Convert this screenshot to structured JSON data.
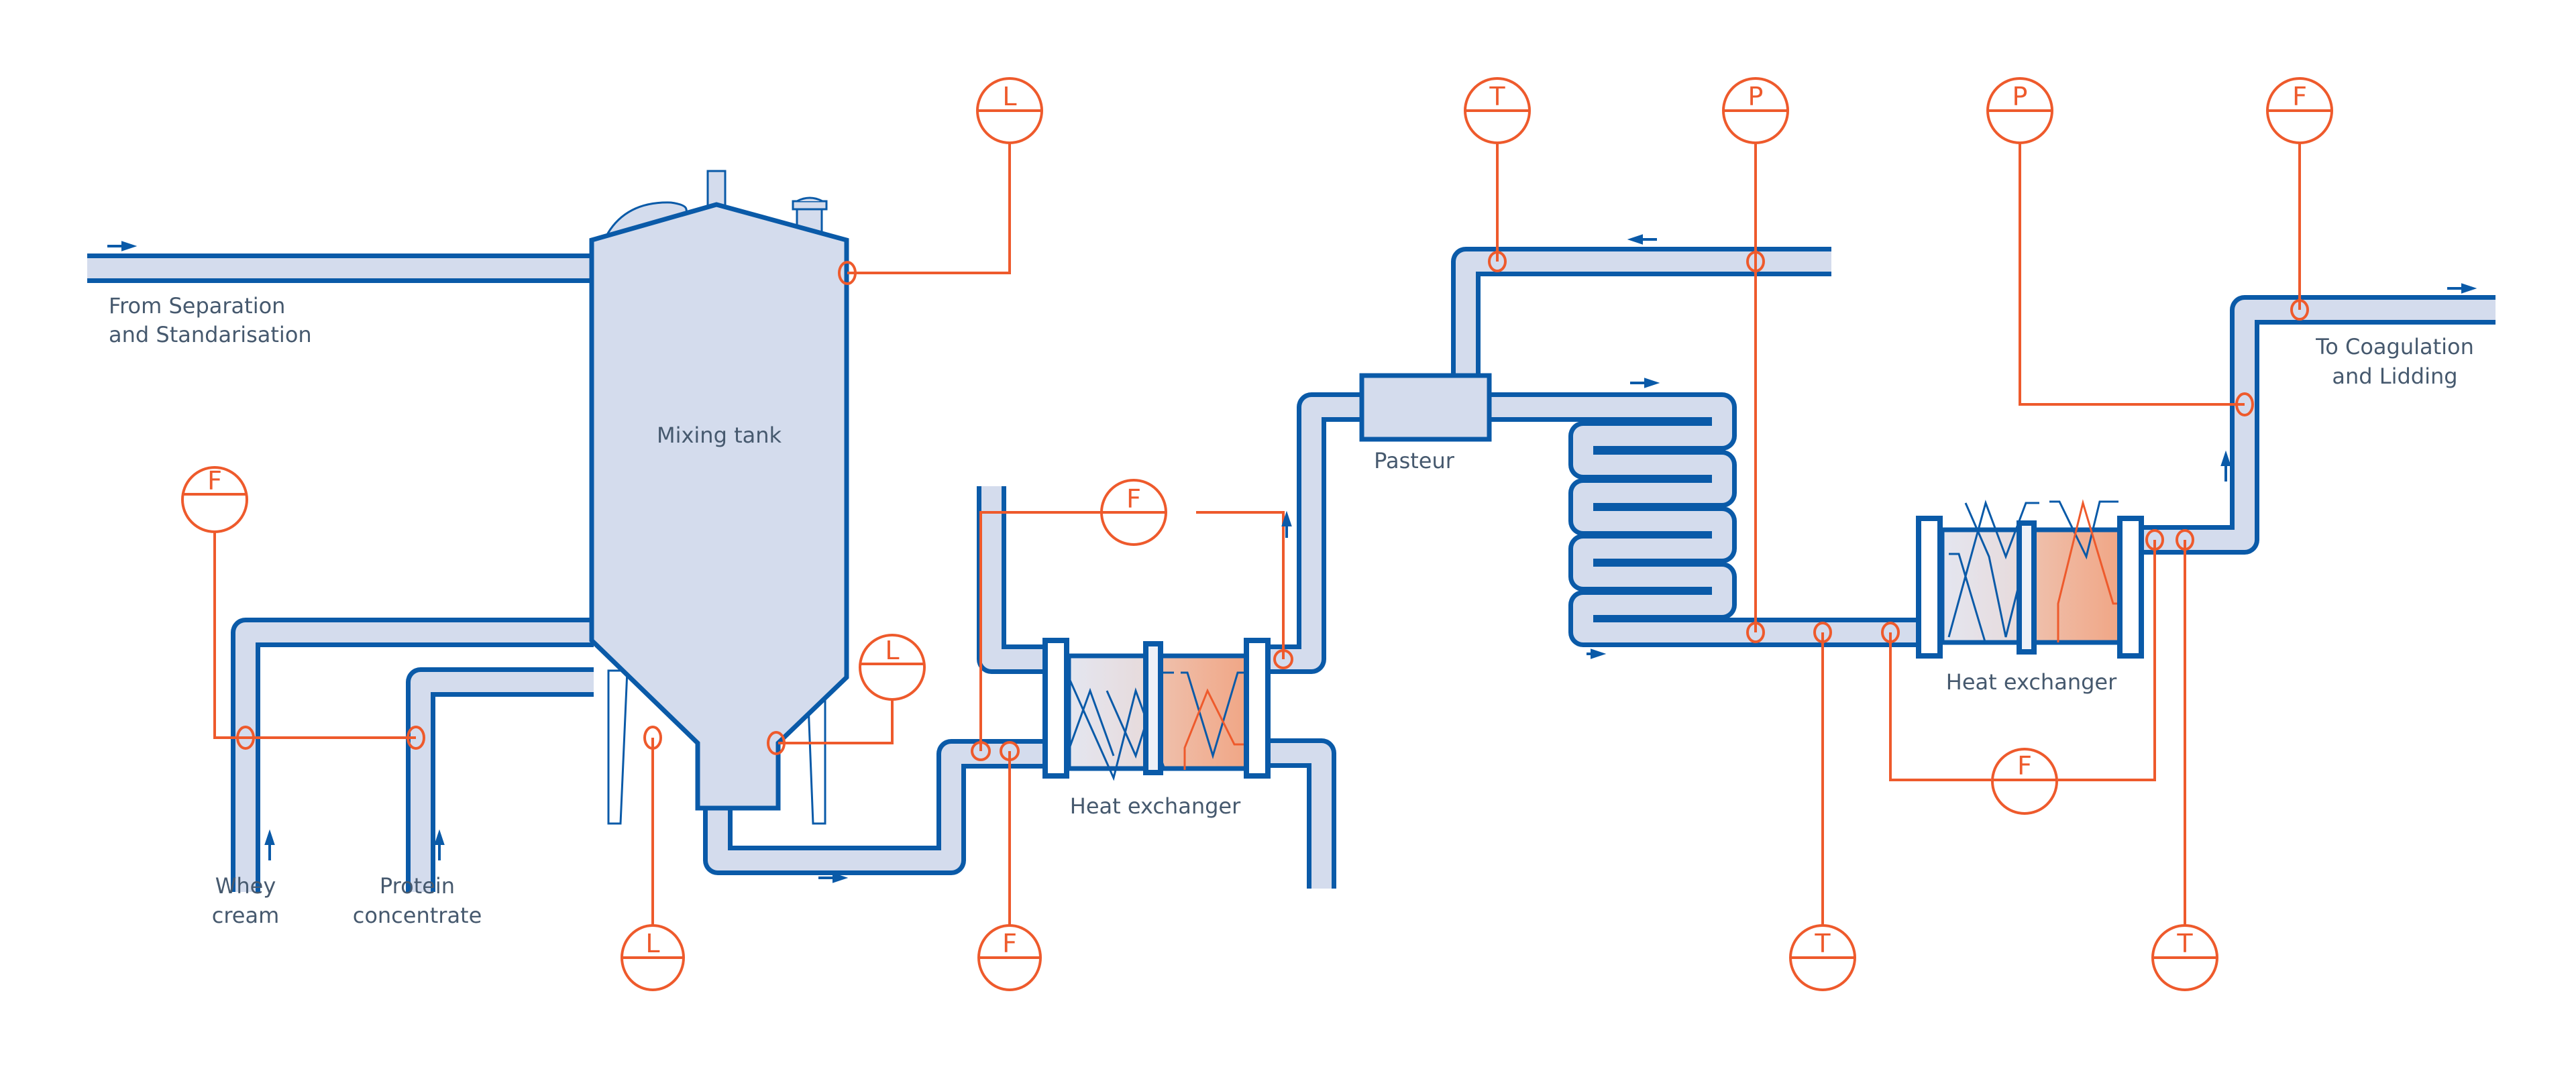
{
  "diagram": {
    "title": "Mixing, heat treatment and pasteurisation process line",
    "colors": {
      "pipe_outline": "#0a5aa8",
      "pipe_fill": "#d4dced",
      "instrument": "#ee5a2c",
      "label_text": "#46596e",
      "hx_cold": "#e4e6f0",
      "hx_hot": "#f0a584"
    },
    "labels": {
      "from_separation": [
        "From Separation",
        "and Standarisation"
      ],
      "whey_cream": [
        "Whey",
        "cream"
      ],
      "protein_concentrate": [
        "Protein",
        "concentrate"
      ],
      "mixing_tank": "Mixing tank",
      "heat_exchanger_1": "Heat exchanger",
      "pasteur": "Pasteur",
      "heat_exchanger_2": "Heat exchanger",
      "to_coagulation": [
        "To Coagulation",
        "and Lidding"
      ]
    },
    "instruments": [
      {
        "id": "L1",
        "letter": "L",
        "type": "level",
        "location": "mixing tank top"
      },
      {
        "id": "F1",
        "letter": "F",
        "type": "flow",
        "location": "whey cream / protein feed"
      },
      {
        "id": "L2",
        "letter": "L",
        "type": "level",
        "location": "mixing tank cone right"
      },
      {
        "id": "L3",
        "letter": "L",
        "type": "level",
        "location": "mixing tank cone left"
      },
      {
        "id": "F2",
        "letter": "F",
        "type": "flow",
        "location": "heat exchanger 1 loop"
      },
      {
        "id": "F3",
        "letter": "F",
        "type": "flow",
        "location": "heat exchanger 1 inlet"
      },
      {
        "id": "T1",
        "letter": "T",
        "type": "temperature",
        "location": "pasteur return line"
      },
      {
        "id": "P1",
        "letter": "P",
        "type": "pressure",
        "location": "holding tube"
      },
      {
        "id": "P2",
        "letter": "P",
        "type": "pressure",
        "location": "outlet riser"
      },
      {
        "id": "F4",
        "letter": "F",
        "type": "flow",
        "location": "outlet line"
      },
      {
        "id": "T2",
        "letter": "T",
        "type": "temperature",
        "location": "heat exchanger 2 inlet"
      },
      {
        "id": "F5",
        "letter": "F",
        "type": "flow",
        "location": "heat exchanger 2 loop"
      },
      {
        "id": "T3",
        "letter": "T",
        "type": "temperature",
        "location": "heat exchanger 2 outlet"
      }
    ],
    "flow_arrows": [
      "right",
      "up",
      "up",
      "right",
      "up",
      "left",
      "right",
      "right",
      "up",
      "right"
    ]
  }
}
